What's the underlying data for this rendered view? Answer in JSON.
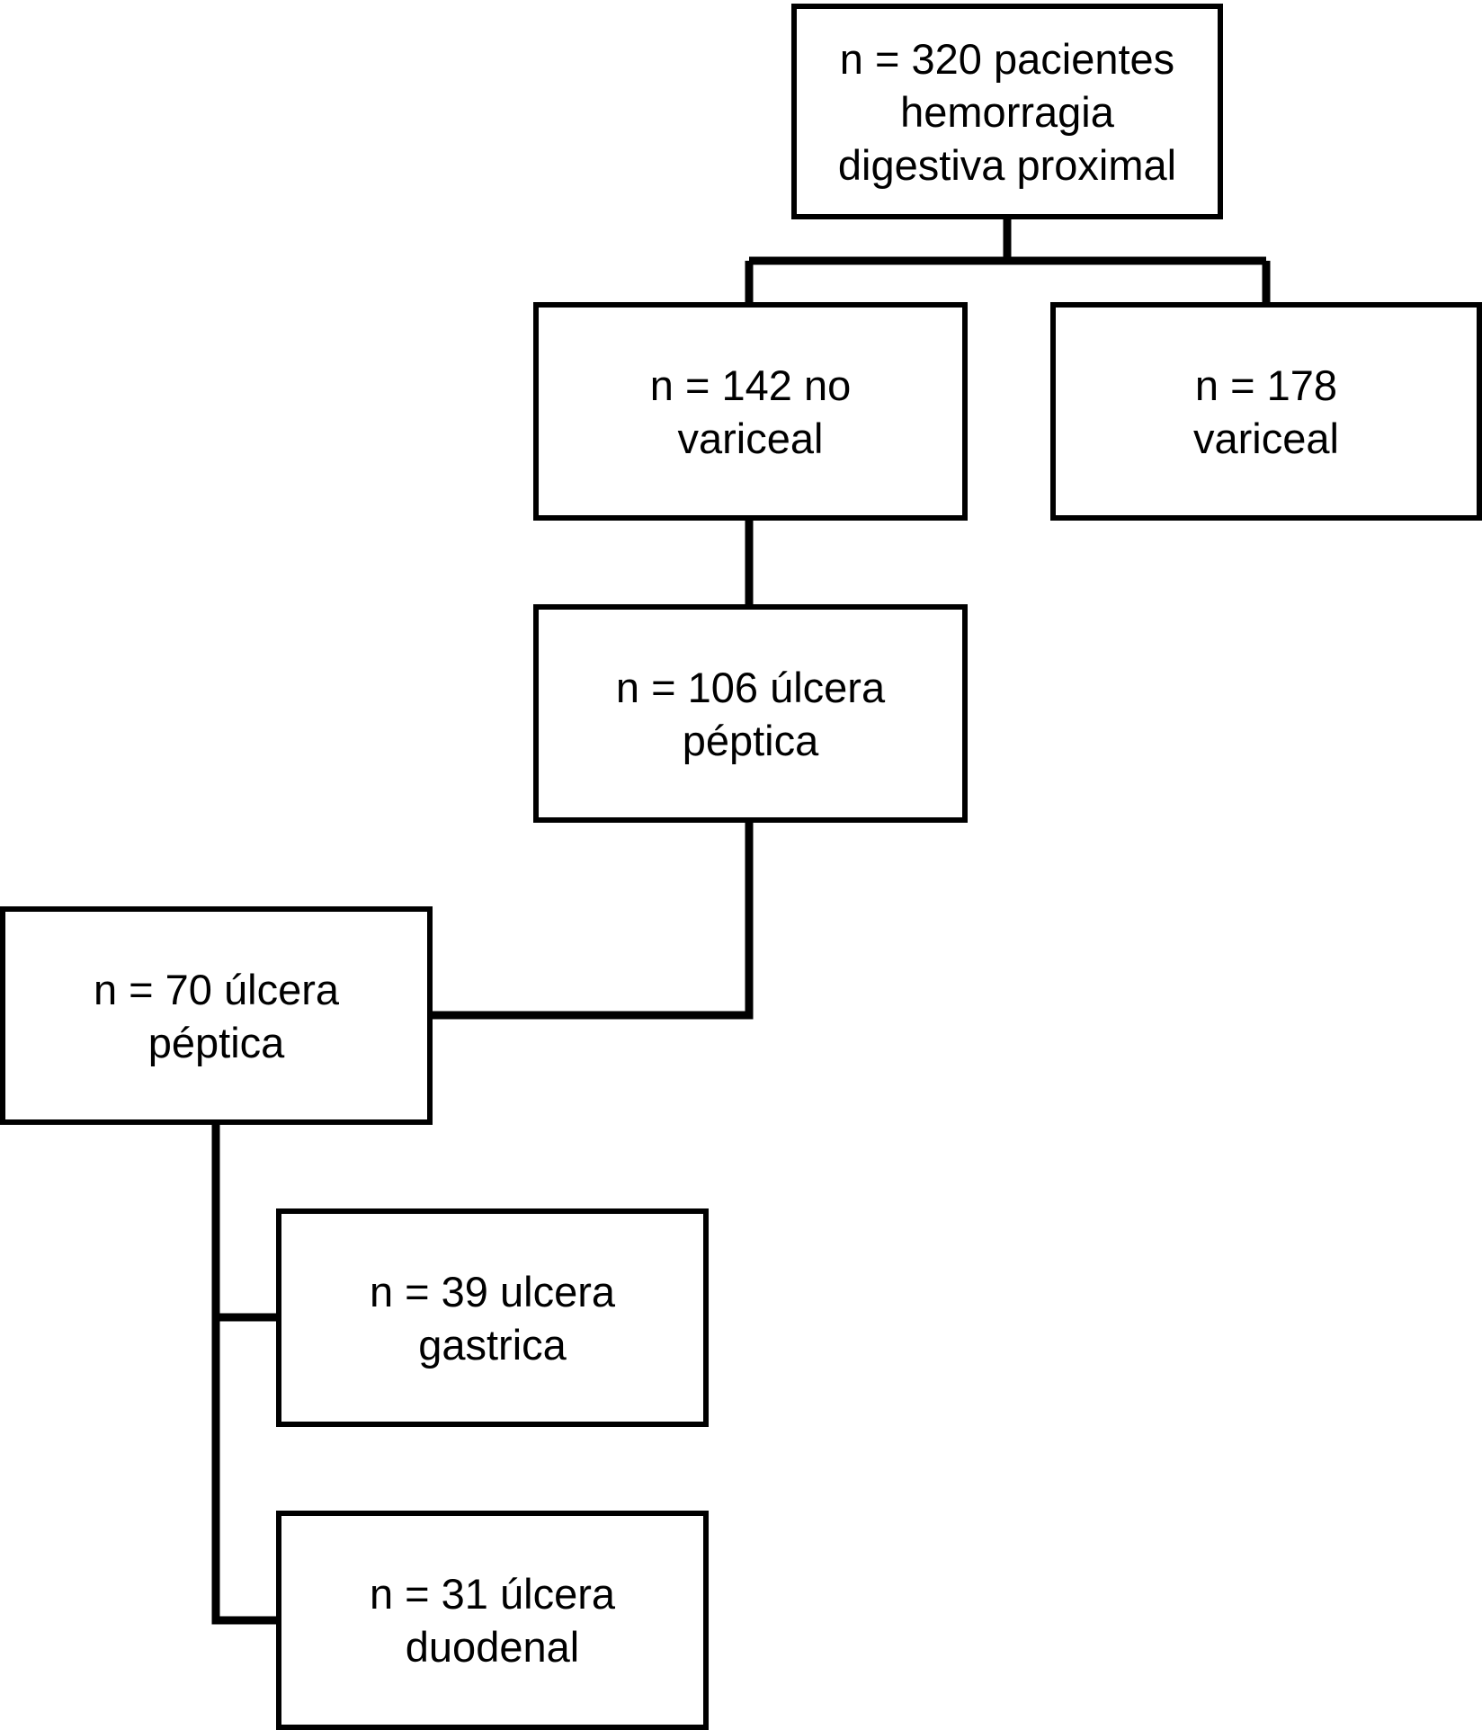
{
  "nodes": {
    "root": {
      "text": "n = 320 pacientes\nhemorragia\ndigestiva proximal"
    },
    "no_variceal": {
      "text": "n = 142 no\nvariceal"
    },
    "variceal": {
      "text": "n = 178\nvariceal"
    },
    "ulcera_106": {
      "text": "n = 106 úlcera\npéptica"
    },
    "ulcera_70": {
      "text": "n = 70 úlcera\npéptica"
    },
    "gastrica": {
      "text": "n = 39 ulcera\ngastrica"
    },
    "duodenal": {
      "text": "n = 31 úlcera\nduodenal"
    }
  },
  "colors": {
    "stroke": "#000000",
    "background": "#ffffff",
    "text": "#000000"
  }
}
